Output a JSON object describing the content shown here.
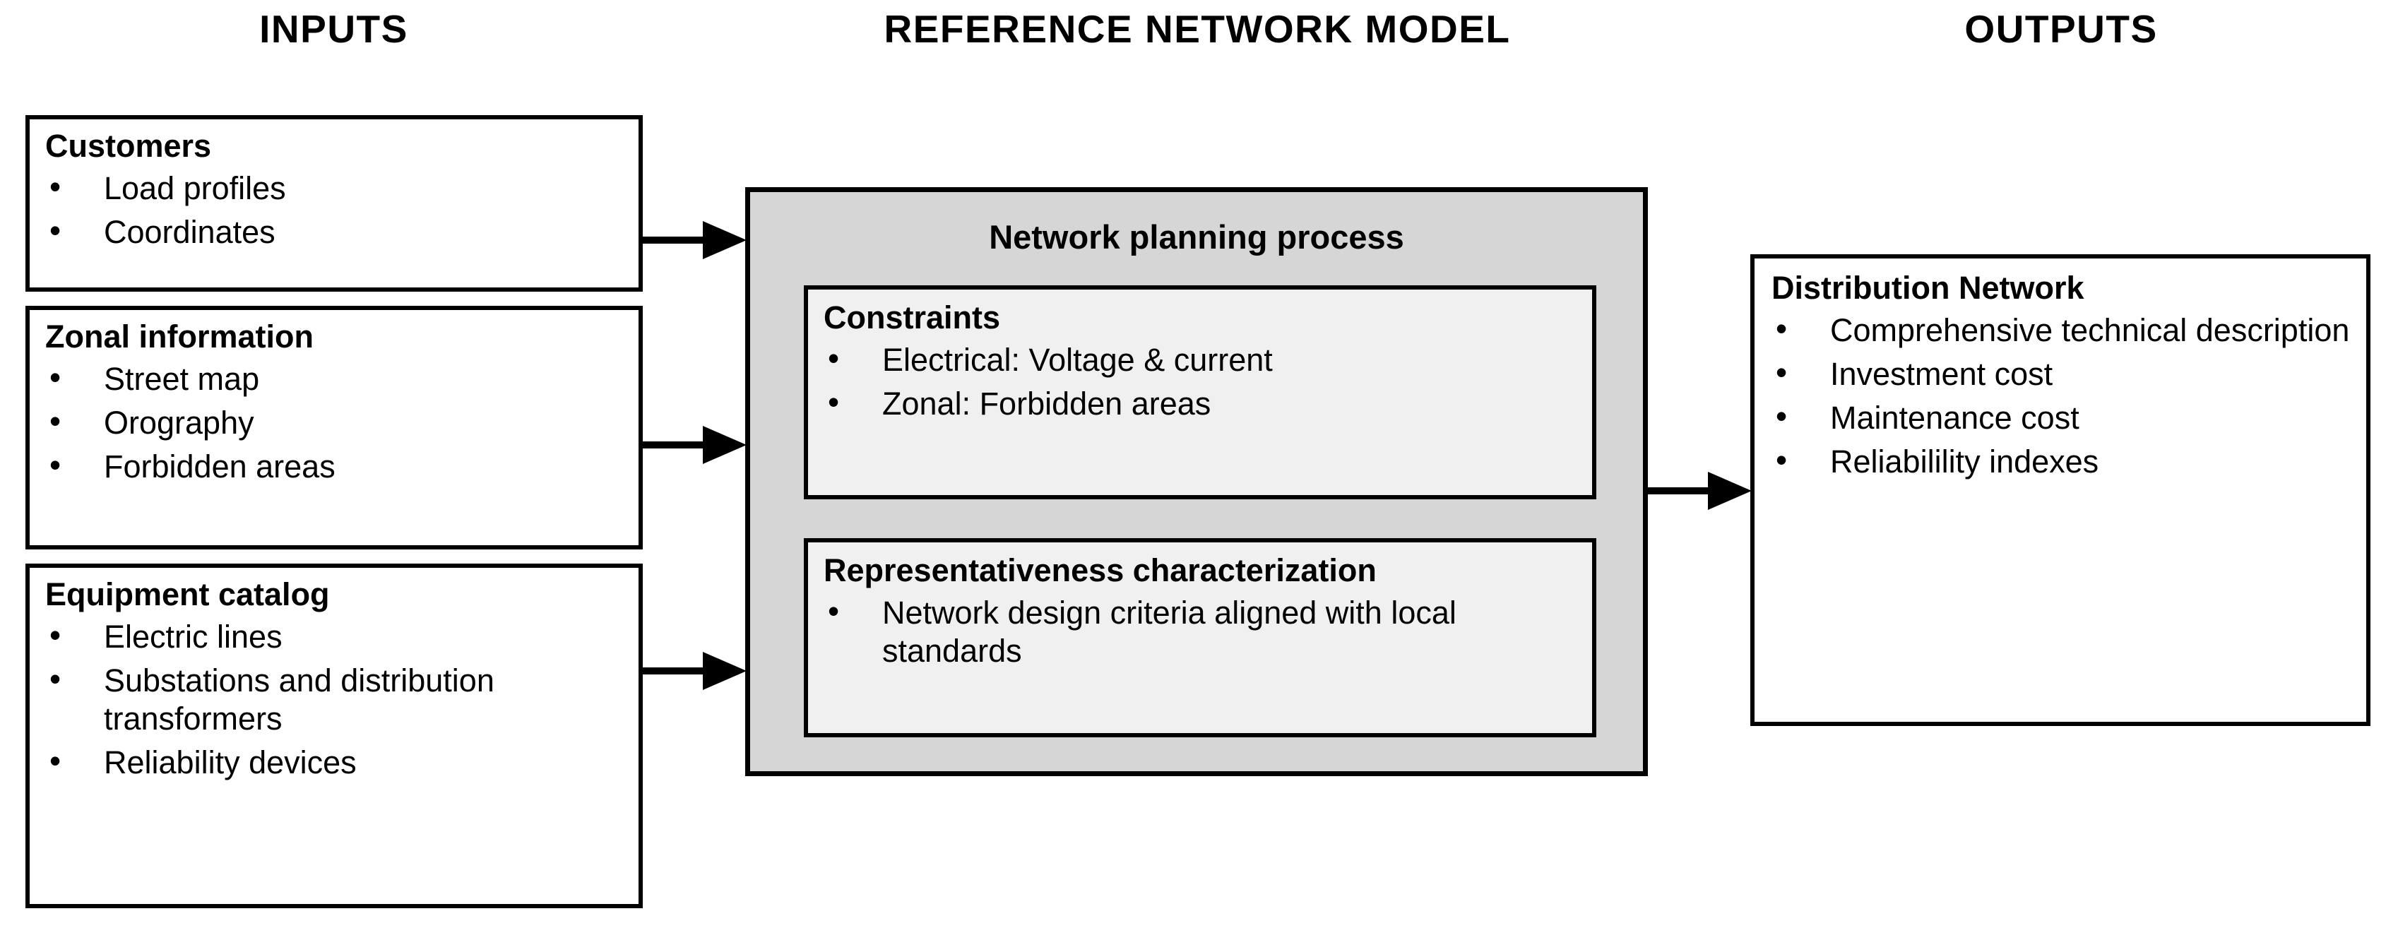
{
  "headers": {
    "inputs": "INPUTS",
    "reference_network_model": "REFERENCE NETWORK MODEL",
    "outputs": "OUTPUTS"
  },
  "inputs": {
    "boxes": [
      {
        "title": "Customers",
        "items": [
          "Load profiles",
          "Coordinates"
        ]
      },
      {
        "title": "Zonal information",
        "items": [
          "Street map",
          "Orography",
          "Forbidden areas"
        ]
      },
      {
        "title": "Equipment catalog",
        "items": [
          "Electric lines",
          "Substations and distribution transformers",
          "Reliability devices"
        ]
      }
    ]
  },
  "model": {
    "panel_title": "Network planning process",
    "subboxes": [
      {
        "title": "Constraints",
        "items": [
          "Electrical: Voltage & current",
          "Zonal: Forbidden areas"
        ]
      },
      {
        "title": "Representativeness characterization",
        "items": [
          "Network design criteria aligned with local standards"
        ]
      }
    ]
  },
  "outputs": {
    "box": {
      "title": "Distribution Network",
      "items": [
        "Comprehensive technical description",
        "Investment cost",
        "Maintenance cost",
        "Reliabilility indexes"
      ]
    }
  },
  "arrows": [
    {
      "name": "customers-to-model"
    },
    {
      "name": "zonal-to-model"
    },
    {
      "name": "equipment-to-model"
    },
    {
      "name": "model-to-output"
    }
  ],
  "colors": {
    "stroke": "#000000",
    "panel_fill": "#d6d6d6",
    "subbox_fill": "#f0f0f0",
    "page_bg": "#ffffff"
  }
}
